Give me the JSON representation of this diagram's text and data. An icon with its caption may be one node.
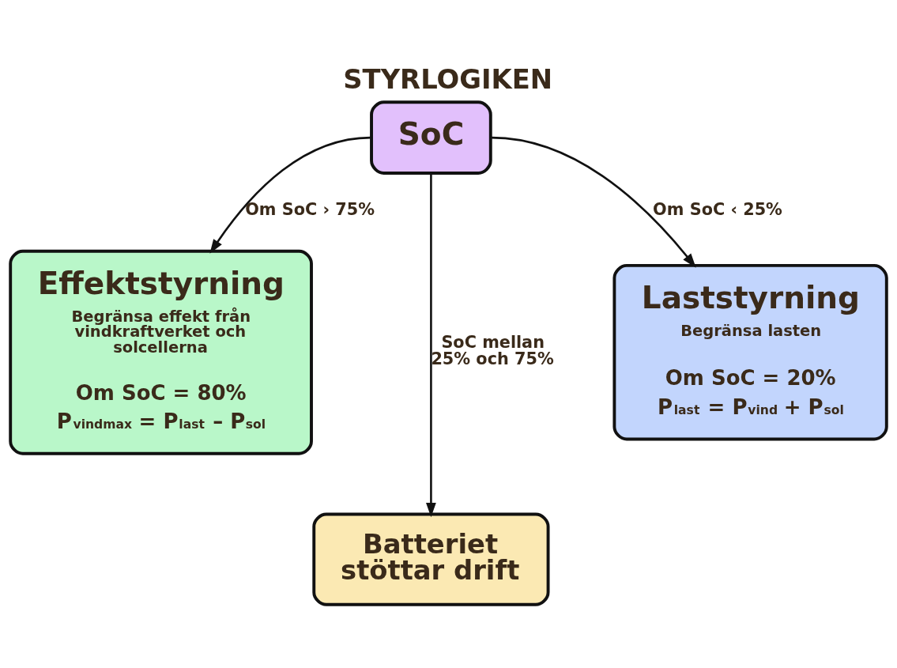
{
  "diagram": {
    "title": "STYRLOGIKEN",
    "nodes": [
      {
        "text": [
          "SoC"
        ]
      },
      {
        "text": [
          "Effektstyrning",
          "Begränsa effekt från vindkraftverket och solcellerna",
          "Om SoC = 80%",
          "P$_{vindmax}$ = P$_{last}$ – P$_{sol}$"
        ]
      },
      {
        "text": [
          "Laststyrning",
          "Begränsa lasten",
          "Om SoC = 20%",
          "P$_{last}$ = P$_{vind}$ + P$_{sol}$"
        ]
      },
      {
        "text": [
          "Batteriet stöttar drift"
        ]
      }
    ],
    "edges": [
      {
        "from": 0,
        "to": 1,
        "arrow": "to",
        "label": "Om SoC › 75%"
      },
      {
        "from": 0,
        "to": 2,
        "arrow": "to",
        "label": "Om SoC ‹ 25%"
      },
      {
        "from": 0,
        "to": 3,
        "arrow": "to",
        "label": "SoC mellan 25% och 75%"
      }
    ]
  }
}
